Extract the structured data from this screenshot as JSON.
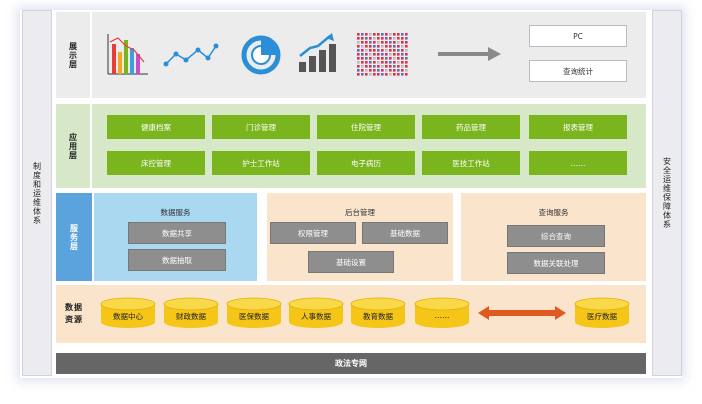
{
  "side_left": "制度和运维体系",
  "side_right": "安全运维保障体系",
  "display_layer": {
    "label": "展示层",
    "outputs": [
      "PC",
      "查询统计"
    ],
    "icons": [
      "bar-chart-icon",
      "line-chart-icon",
      "pie-chart-icon",
      "growth-chart-icon",
      "matrix-chart-icon",
      "arrow-right-icon"
    ]
  },
  "app_layer": {
    "label": "应用层",
    "items": [
      "健康档案",
      "门诊管理",
      "住院管理",
      "药品管理",
      "报表管理",
      "床控管理",
      "护士工作站",
      "电子病历",
      "医技工作站",
      "……"
    ]
  },
  "service_layer": {
    "label": "服务层",
    "data_service": {
      "title": "数据服务",
      "items": [
        "数据共享",
        "数据抽取"
      ]
    },
    "backend": {
      "title": "后台管理",
      "items": [
        "权限管理",
        "基础数据",
        "基础设置"
      ]
    },
    "query_service": {
      "title": "查询服务",
      "items": [
        "综合查询",
        "数据关联处理"
      ]
    }
  },
  "data_layer": {
    "label_line1": "数据",
    "label_line2": "资源",
    "databases": [
      "数据中心",
      "财政数据",
      "医保数据",
      "人事数据",
      "教育数据",
      "……"
    ],
    "target": "医疗数据"
  },
  "network": "政法专网",
  "colors": {
    "green": "#7ab51d",
    "gray": "#8e8e8e",
    "blue_panel": "#a9d8f0",
    "peach": "#fbe4cc",
    "cylinder": "#f5c518",
    "arrow": "#e05a20"
  }
}
